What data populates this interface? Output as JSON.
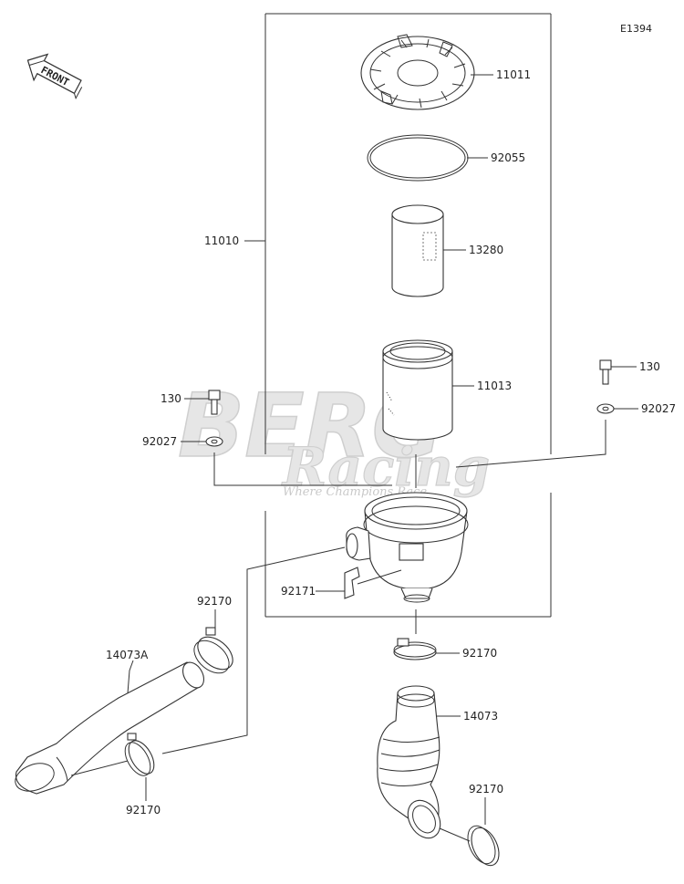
{
  "diagram_id": "E1394",
  "front_label": "FRONT",
  "watermark": {
    "brand": "BERG",
    "sub": "Racing",
    "tagline": "Where Champions Race"
  },
  "labels": {
    "p11011": "11011",
    "p92055": "92055",
    "p13280": "13280",
    "p11010": "11010",
    "p11013": "11013",
    "p130_left": "130",
    "p92027_left": "92027",
    "p130_right": "130",
    "p92027_right": "92027",
    "p92171": "92171",
    "p92170_top": "92170",
    "p92170_left_upper": "92170",
    "p92170_left_lower": "92170",
    "p92170_right_lower": "92170",
    "p14073A": "14073A",
    "p14073": "14073"
  }
}
